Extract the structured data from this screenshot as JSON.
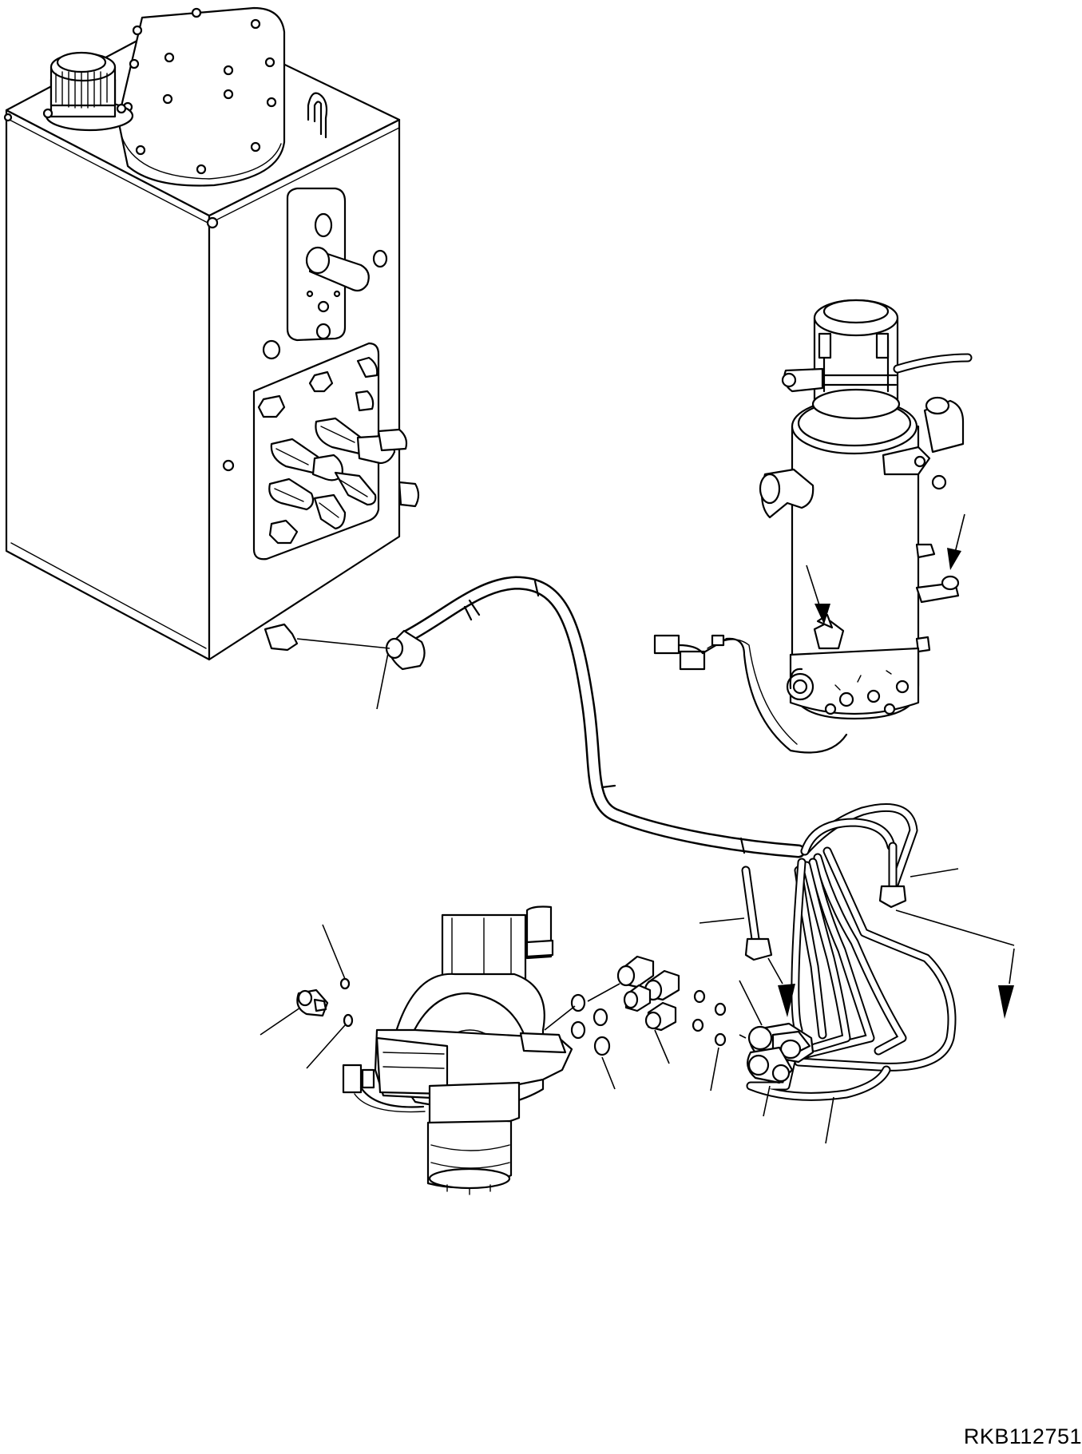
{
  "diagram": {
    "drawing_code": "RKB112751",
    "components": [
      "hydraulic-tank",
      "cooler-cylinder",
      "steering-column",
      "hose-assembly",
      "fittings-group",
      "o-rings",
      "tube-bundle"
    ]
  }
}
